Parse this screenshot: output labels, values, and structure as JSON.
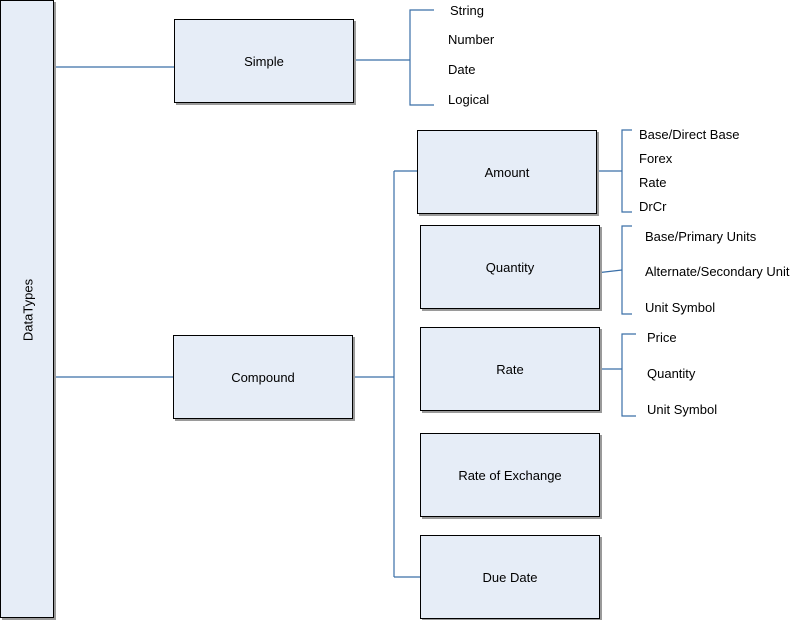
{
  "root": {
    "label": "DataTypes"
  },
  "simple": {
    "label": "Simple",
    "children": [
      "String",
      "Number",
      "Date",
      "Logical"
    ]
  },
  "compound": {
    "label": "Compound",
    "amount": {
      "label": "Amount",
      "children": [
        "Base/Direct Base",
        "Forex",
        "Rate",
        "DrCr"
      ]
    },
    "quantity": {
      "label": "Quantity",
      "children": [
        "Base/Primary Units",
        "Alternate/Secondary Unit",
        "Unit Symbol"
      ]
    },
    "rate": {
      "label": "Rate",
      "children": [
        "Price",
        "Quantity",
        "Unit Symbol"
      ]
    },
    "rate_of_exchange": {
      "label": "Rate of Exchange"
    },
    "due_date": {
      "label": "Due Date"
    }
  },
  "colors": {
    "box_fill": "#e6edf7",
    "connector": "#3a6fa8",
    "shadow": "#9a9a9a"
  }
}
